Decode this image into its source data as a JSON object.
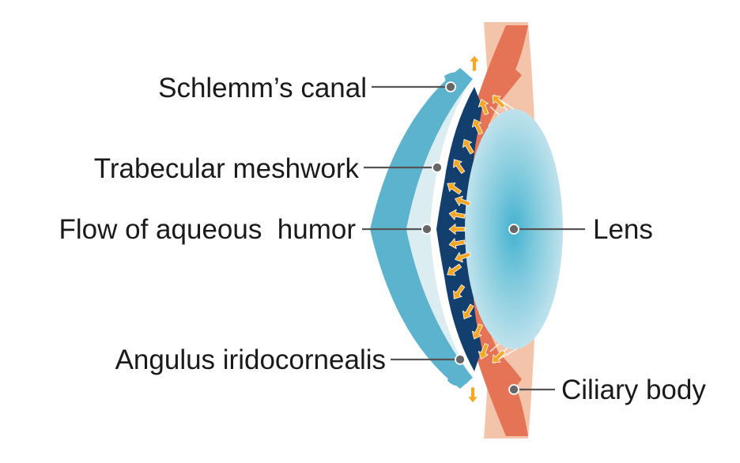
{
  "labels": {
    "schlemms_canal": "Schlemm’s canal",
    "trabecular_meshwork": "Trabecular meshwork",
    "flow_aqueous_humor": "Flow of aqueous  humor",
    "angulus": "Angulus iridocornealis",
    "lens": "Lens",
    "ciliary_body": "Ciliary body"
  },
  "colors": {
    "cornea": "#5cb3ce",
    "anterior_chamber": "#dcedf2",
    "iris_dark": "#123f6e",
    "iris_red": "#e57355",
    "sclera": "#f4c4aa",
    "lens_center": "#45b2cf",
    "lens_edge": "#bfe2ec",
    "flow_arrow": "#f5a623"
  }
}
